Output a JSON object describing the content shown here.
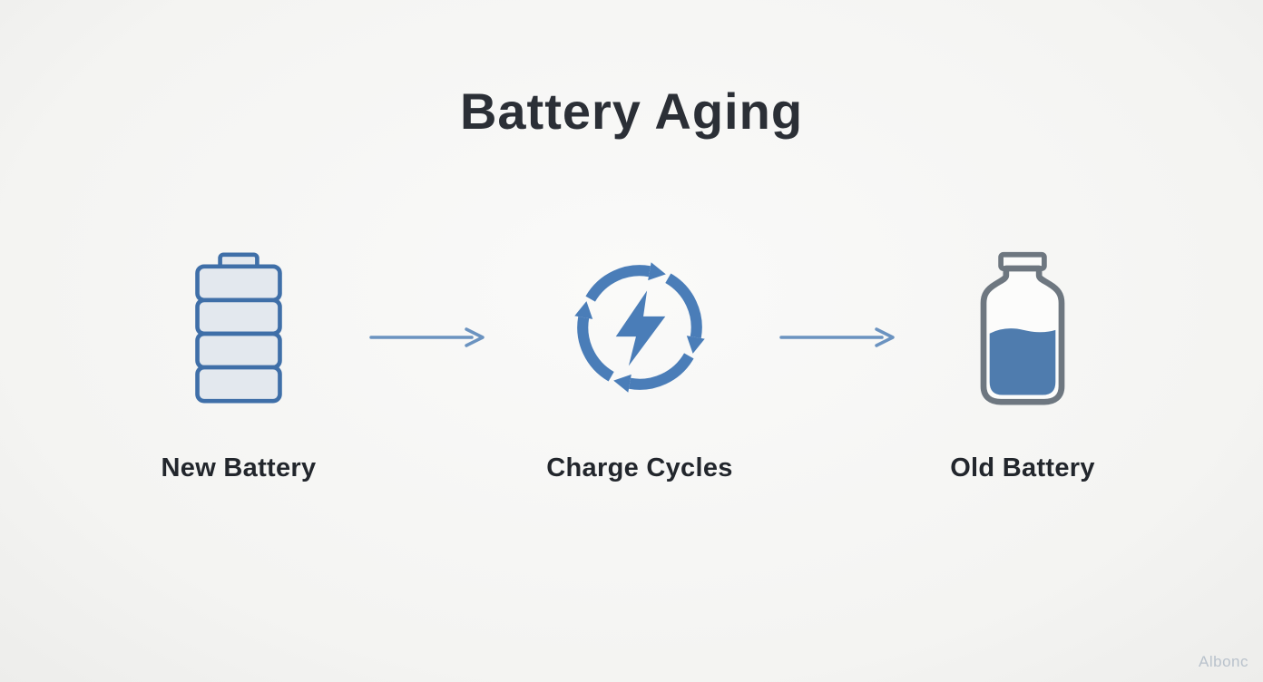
{
  "diagram": {
    "title": "Battery Aging",
    "stages": [
      {
        "label": "New Battery",
        "icon": "new-battery-icon"
      },
      {
        "label": "Charge Cycles",
        "icon": "charge-cycles-icon"
      },
      {
        "label": "Old Battery",
        "icon": "old-battery-icon"
      }
    ],
    "connectors": [
      {
        "type": "arrow-right"
      },
      {
        "type": "arrow-right"
      }
    ],
    "watermark": "Albonc"
  },
  "colors": {
    "background": "#f5f5f3",
    "title_text": "#2b2f36",
    "label_text": "#22262c",
    "icon_blue": "#4a7db8",
    "icon_blue_dark": "#3f6fa8",
    "battery_fill_light": "#e3e8ee",
    "old_battery_stroke": "#6e7780",
    "old_battery_fill": "#4f7cae",
    "arrow_blue": "#6b93c0",
    "watermark_text": "#b9c2cc"
  }
}
